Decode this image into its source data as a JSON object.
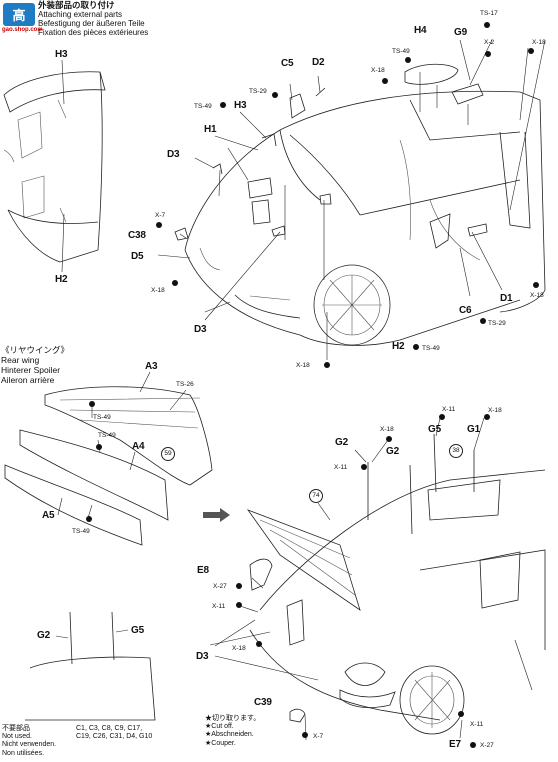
{
  "header": {
    "jp": "外装部品の取り付け",
    "en": "Attaching external parts",
    "de": "Befestigung der äußeren Teile",
    "fr": "Fixation des pièces extérieures"
  },
  "watermark": {
    "text": "gao.shop.com"
  },
  "top_labels": [
    {
      "id": "H3a",
      "text": "H3"
    },
    {
      "id": "H2a",
      "text": "H2"
    },
    {
      "id": "TS17",
      "text": "TS-17"
    },
    {
      "id": "H4",
      "text": "H4"
    },
    {
      "id": "G9",
      "text": "G9"
    },
    {
      "id": "X2",
      "text": "X-2"
    },
    {
      "id": "X18a",
      "text": "X-18"
    },
    {
      "id": "TS49a",
      "text": "TS-49"
    },
    {
      "id": "X18b",
      "text": "X-18"
    },
    {
      "id": "C5",
      "text": "C5"
    },
    {
      "id": "D2",
      "text": "D2"
    },
    {
      "id": "TS29a",
      "text": "TS-29"
    },
    {
      "id": "TS49b",
      "text": "TS-49"
    },
    {
      "id": "H3b",
      "text": "H3"
    },
    {
      "id": "H1",
      "text": "H1"
    },
    {
      "id": "D3a",
      "text": "D3"
    },
    {
      "id": "X7a",
      "text": "X-7"
    },
    {
      "id": "C38",
      "text": "C38"
    },
    {
      "id": "D5",
      "text": "D5"
    },
    {
      "id": "X18c",
      "text": "X-18"
    },
    {
      "id": "D3b",
      "text": "D3"
    },
    {
      "id": "D1",
      "text": "D1"
    },
    {
      "id": "X18d",
      "text": "X-18"
    },
    {
      "id": "C6",
      "text": "C6"
    },
    {
      "id": "TS29b",
      "text": "TS-29"
    },
    {
      "id": "H2b",
      "text": "H2"
    },
    {
      "id": "TS49c",
      "text": "TS-49"
    },
    {
      "id": "X18e",
      "text": "X-18"
    }
  ],
  "rear_wing": {
    "jp": "《リヤウイング》",
    "en": "Rear wing",
    "de": "Hinterer Spoiler",
    "fr": "Aileron arrière"
  },
  "wing_labels": [
    {
      "id": "A3",
      "text": "A3"
    },
    {
      "id": "TS26",
      "text": "TS-26"
    },
    {
      "id": "TS49d",
      "text": "TS-49"
    },
    {
      "id": "TS49e",
      "text": "TS-49"
    },
    {
      "id": "A4",
      "text": "A4"
    },
    {
      "id": "A5",
      "text": "A5"
    },
    {
      "id": "TS49f",
      "text": "TS-49"
    },
    {
      "id": "step59",
      "text": "59"
    }
  ],
  "bottom_labels": [
    {
      "id": "X18f",
      "text": "X-18"
    },
    {
      "id": "X11a",
      "text": "X-11"
    },
    {
      "id": "X18g",
      "text": "X-18"
    },
    {
      "id": "G2a",
      "text": "G2"
    },
    {
      "id": "G2b",
      "text": "G2"
    },
    {
      "id": "G5a",
      "text": "G5"
    },
    {
      "id": "G1",
      "text": "G1"
    },
    {
      "id": "X11b",
      "text": "X-11"
    },
    {
      "id": "step38",
      "text": "38"
    },
    {
      "id": "step74",
      "text": "74"
    },
    {
      "id": "E8",
      "text": "E8"
    },
    {
      "id": "X27a",
      "text": "X-27"
    },
    {
      "id": "X11c",
      "text": "X-11"
    },
    {
      "id": "X18h",
      "text": "X-18"
    },
    {
      "id": "D3c",
      "text": "D3"
    },
    {
      "id": "G2c",
      "text": "G2"
    },
    {
      "id": "G5b",
      "text": "G5"
    },
    {
      "id": "C39",
      "text": "C39"
    },
    {
      "id": "X7b",
      "text": "X-7"
    },
    {
      "id": "X11d",
      "text": "X-11"
    },
    {
      "id": "E7",
      "text": "E7"
    },
    {
      "id": "X27b",
      "text": "X-27"
    }
  ],
  "cut_off": {
    "jp": "★切り取ります。",
    "en": "★Cut off.",
    "de": "★Abschneiden.",
    "fr": "★Couper."
  },
  "not_used": {
    "jp": "不要部品",
    "en": "Not used.",
    "de": "Nicht verwenden.",
    "fr": "Non utilisées.",
    "parts_1": "C1, C3, C8, C9, C17,",
    "parts_2": "C19, C26, C31, D4, G10"
  }
}
